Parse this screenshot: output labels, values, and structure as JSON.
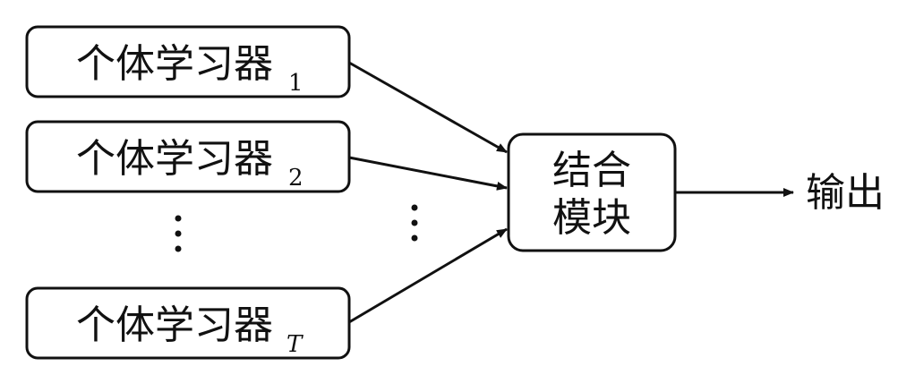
{
  "learners": [
    {
      "name": "个体学习器",
      "subscript": "1"
    },
    {
      "name": "个体学习器",
      "subscript": "2"
    },
    {
      "name": "个体学习器",
      "subscript": "T"
    }
  ],
  "combiner": {
    "line1": "结合",
    "line2": "模块"
  },
  "output_label": "输出"
}
